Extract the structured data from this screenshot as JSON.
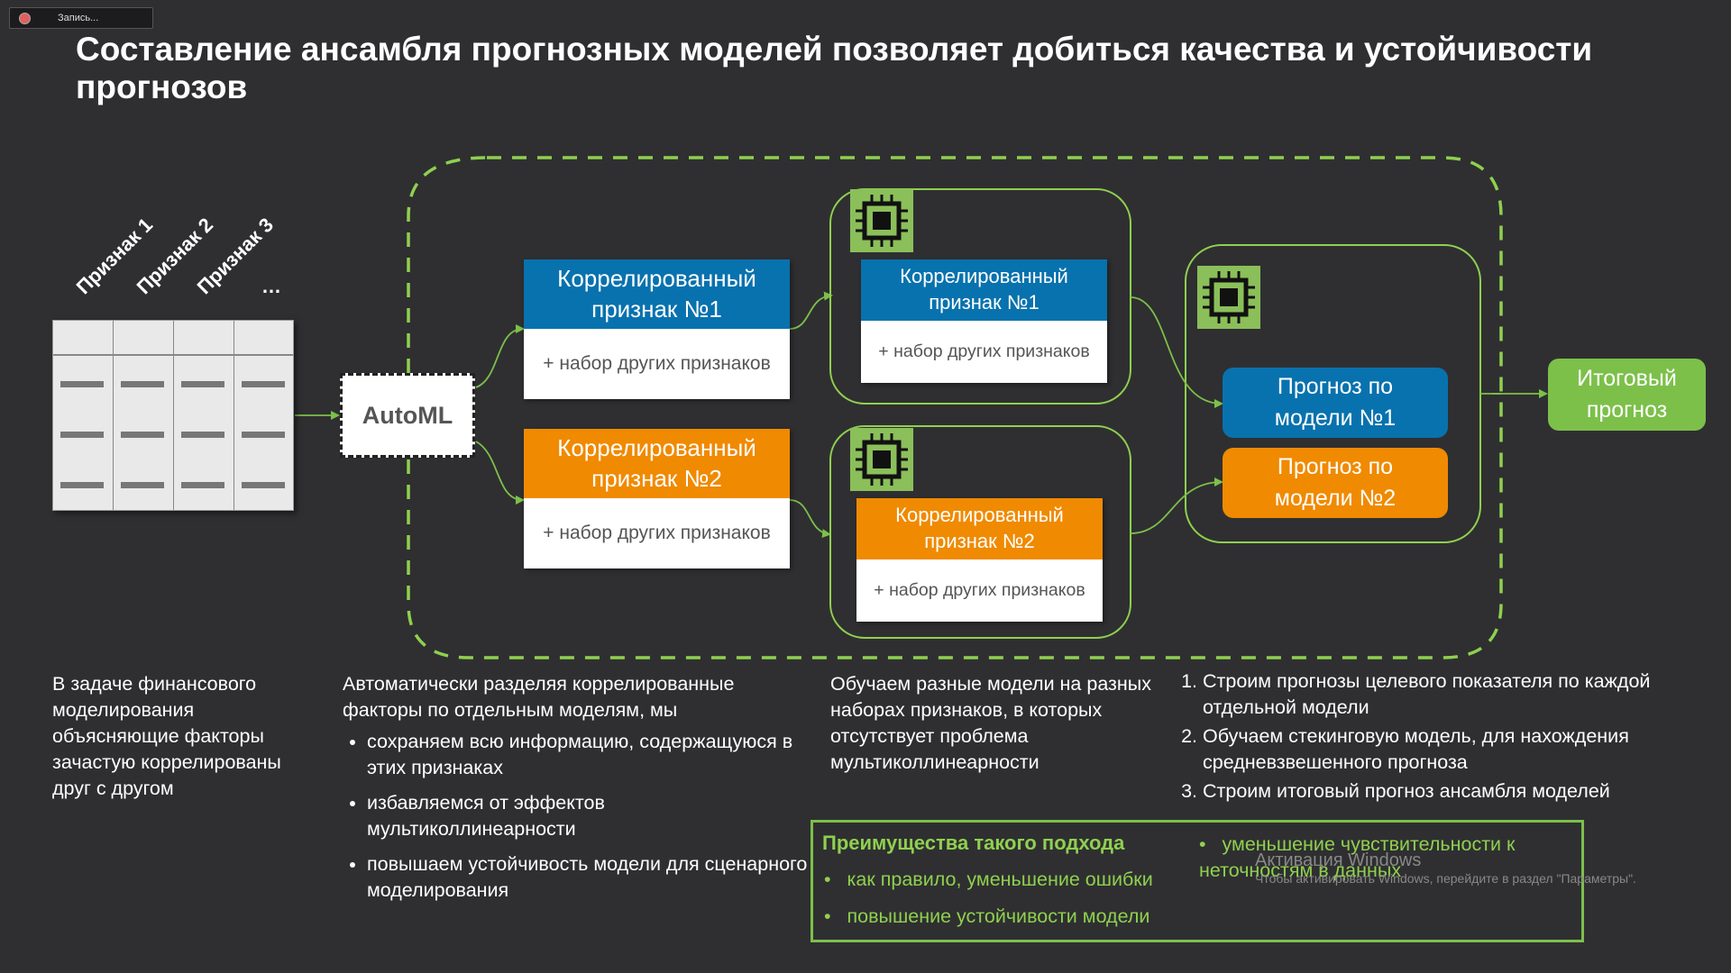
{
  "recording": {
    "label": "Запись..."
  },
  "title": "Составление ансамбля прогнозных моделей позволяет добиться качества и устойчивости прогнозов",
  "features": {
    "labels": [
      "Признак 1",
      "Признак 2",
      "Признак 3"
    ],
    "ellipsis": "…"
  },
  "automl": "AutoML",
  "stage1": {
    "box1": {
      "title_line1": "Коррелированный",
      "title_line2": "признак №1",
      "body": "+ набор других признаков"
    },
    "box2": {
      "title_line1": "Коррелированный",
      "title_line2": "признак №2",
      "body": "+ набор других признаков"
    }
  },
  "stage2": {
    "box1": {
      "title_line1": "Коррелированный",
      "title_line2": "признак №1",
      "body": "+ набор других признаков"
    },
    "box2": {
      "title_line1": "Коррелированный",
      "title_line2": "признак №2",
      "body": "+ набор других признаков"
    }
  },
  "forecasts": {
    "f1": {
      "line1": "Прогноз по",
      "line2": "модели №1"
    },
    "f2": {
      "line1": "Прогноз по",
      "line2": "модели №2"
    }
  },
  "final": {
    "line1": "Итоговый",
    "line2": "прогноз"
  },
  "descriptions": {
    "col1": "В задаче финансового моделирования объясняющие факторы зачастую коррелированы друг с другом",
    "col2": {
      "intro": "Автоматически разделяя коррелированные факторы по отдельным моделям, мы",
      "bullets": [
        "сохраняем всю информацию, содержащуюся в этих признаках",
        "избавляемся от эффектов мультиколлинеарности",
        "повышаем устойчивость модели для сценарного моделирования"
      ]
    },
    "col3": "Обучаем разные модели на разных наборах признаков, в которых отсутствует проблема мультиколлинеарности",
    "col4": [
      "Строим прогнозы целевого показателя по каждой отдельной модели",
      "Обучаем стекинговую модель, для нахождения средневзвешенного прогноза",
      "Строим итоговый прогноз ансамбля моделей"
    ]
  },
  "advantages": {
    "title": "Преимущества такого подхода",
    "left": [
      "как правило, уменьшение ошибки",
      "повышение устойчивости модели"
    ],
    "right": "уменьшение чувствительности к неточностям в данных"
  },
  "watermark": {
    "title": "Активация Windows",
    "text": "Чтобы активировать Windows, перейдите в раздел \"Параметры\"."
  },
  "colors": {
    "background": "#2f2f31",
    "blue": "#0872ae",
    "orange": "#f08a00",
    "green": "#7cc04a"
  }
}
